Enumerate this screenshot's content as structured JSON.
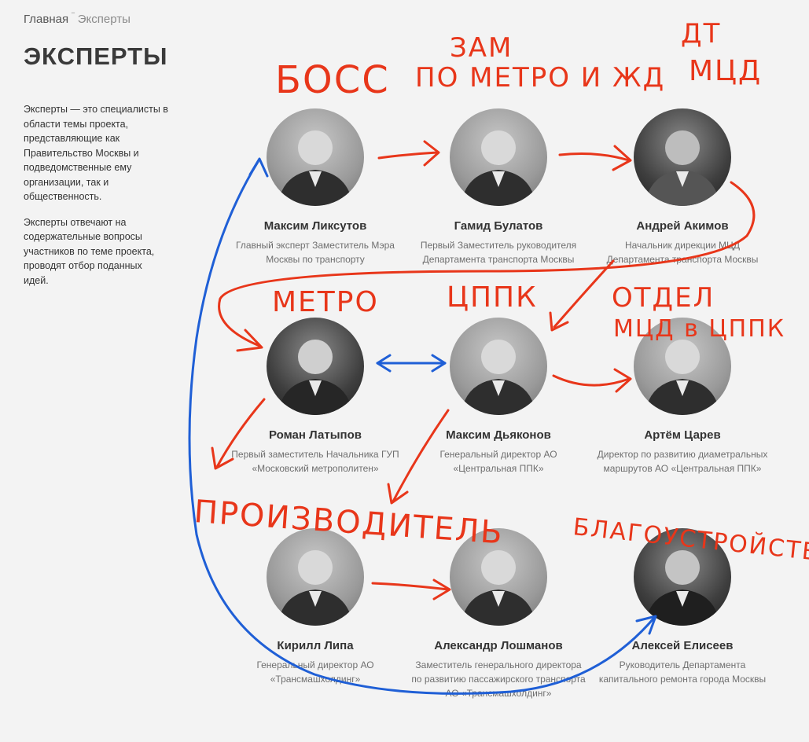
{
  "breadcrumbs": {
    "home": "Главная",
    "separator": "‾",
    "current": "Эксперты"
  },
  "page_title": "ЭКСПЕРТЫ",
  "intro": {
    "paragraph1": "Эксперты — это специалисты в области темы проекта, представляющие как Правительство Москвы и подведомственные ему организации, так и общественность.",
    "paragraph2": "Эксперты отвечают на содержательные вопросы участников по теме проекта, проводят отбор поданных идей."
  },
  "experts": [
    {
      "name": "Максим Ликсутов",
      "role": "Главный эксперт Заместитель Мэра Москвы по транспорту"
    },
    {
      "name": "Гамид Булатов",
      "role": "Первый Заместитель руководителя Департамента транспорта Москвы"
    },
    {
      "name": "Андрей Акимов",
      "role": "Начальник дирекции МЦД Департамента транспорта Москвы"
    },
    {
      "name": "Роман Латыпов",
      "role": "Первый заместитель Начальника ГУП «Московский метрополитен»"
    },
    {
      "name": "Максим Дьяконов",
      "role": "Генеральный директор АО «Центральная ППК»"
    },
    {
      "name": "Артём Царев",
      "role": "Директор по развитию диаметральных маршрутов АО «Центральная ППК»"
    },
    {
      "name": "Кирилл Липа",
      "role": "Генеральный директор АО «Трансмашхолдинг»"
    },
    {
      "name": "Александр Лошманов",
      "role": "Заместитель генерального директора по развитию пассажирского транспорта АО «Трансмашхолдинг»"
    },
    {
      "name": "Алексей Елисеев",
      "role": "Руководитель Департамента капитального ремонта города Москвы"
    }
  ],
  "annotations": {
    "color_red": "#e8361a",
    "color_blue": "#1f5fd6",
    "boss": "БОСС",
    "zam_line1": "ЗАМ",
    "zam_line2": "ПО МЕТРО И ЖД",
    "dt_line1": "ДТ",
    "dt_line2": "МЦД",
    "metro": "МЕТРО",
    "cppk": "ЦППК",
    "otdel_line1": "ОТДЕЛ",
    "otdel_line2": "МЦД в ЦППК",
    "manufacturer": "ПРОИЗВОДИТЕЛЬ",
    "blagoustroistvo": "БЛАГОУСТРОЙСТВО"
  }
}
